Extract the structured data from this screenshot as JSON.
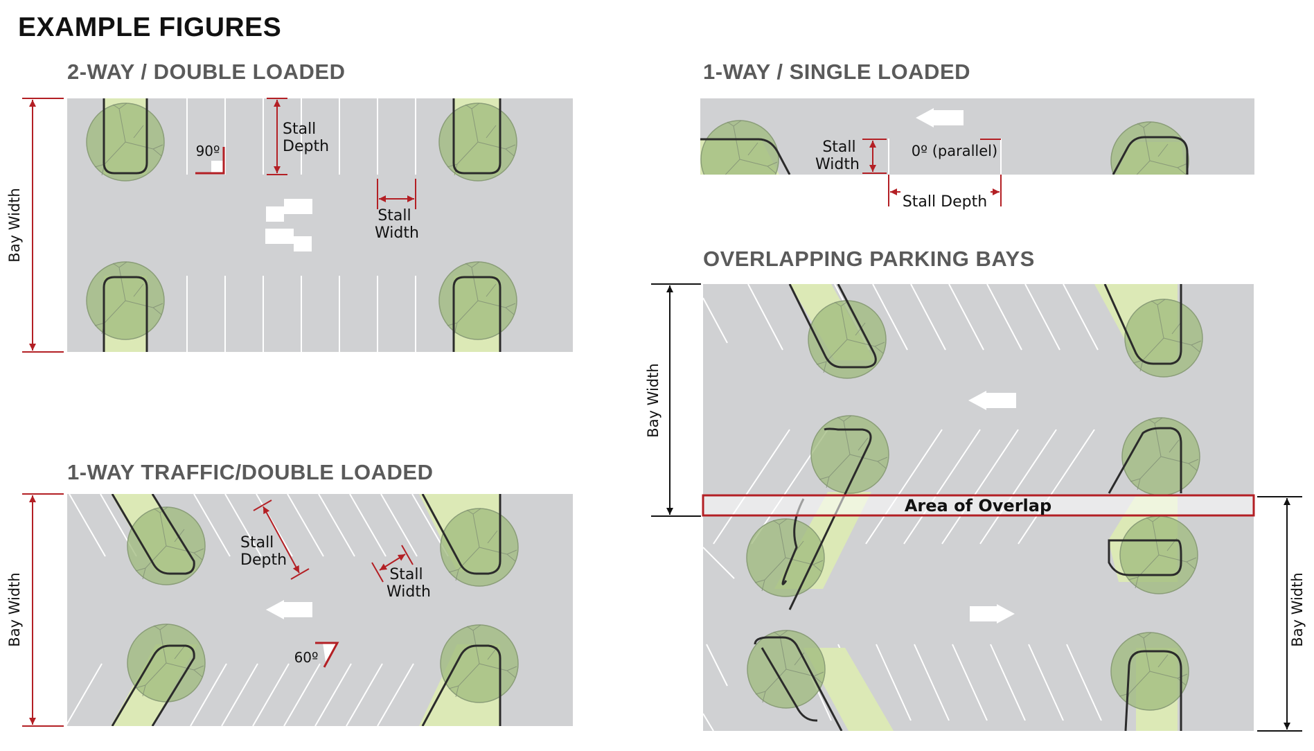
{
  "title": "EXAMPLE FIGURES",
  "panels": {
    "two_way": {
      "heading": "2-WAY / DOUBLE LOADED",
      "angle": "90º",
      "stall_depth": [
        "Stall",
        "Depth"
      ],
      "stall_width": [
        "Stall",
        "Width"
      ],
      "bay_width": "Bay Width"
    },
    "one_way_double": {
      "heading": "1-WAY TRAFFIC/DOUBLE LOADED",
      "angle": "60º",
      "stall_depth": [
        "Stall",
        "Depth"
      ],
      "stall_width": [
        "Stall",
        "Width"
      ],
      "bay_width": "Bay Width"
    },
    "one_way_single": {
      "heading": "1-WAY / SINGLE LOADED",
      "angle": "0º (parallel)",
      "stall_width": [
        "Stall",
        "Width"
      ],
      "stall_depth": "Stall Depth"
    },
    "overlapping": {
      "heading": "OVERLAPPING PARKING BAYS",
      "overlap_label": "Area of Overlap",
      "bay_width_top": "Bay Width",
      "bay_width_bottom": "Bay Width"
    }
  },
  "colors": {
    "pavement": "#d0d1d3",
    "stripe": "#ffffff",
    "planting": "#dce9b6",
    "tree_canopy": "#9fba7c",
    "dimension_red": "#b31f24",
    "dimension_black": "#111111",
    "heading": "#5a5a5a"
  }
}
